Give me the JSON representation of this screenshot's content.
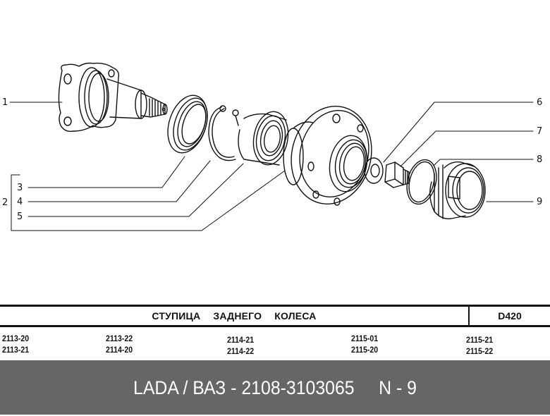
{
  "diagram": {
    "callouts": [
      {
        "id": "1",
        "label": "1"
      },
      {
        "id": "2",
        "label": "2"
      },
      {
        "id": "3",
        "label": "3"
      },
      {
        "id": "4",
        "label": "4"
      },
      {
        "id": "5",
        "label": "5"
      },
      {
        "id": "6",
        "label": "6"
      },
      {
        "id": "7",
        "label": "7"
      },
      {
        "id": "8",
        "label": "8"
      },
      {
        "id": "9",
        "label": "9"
      }
    ],
    "parts": [
      "axle-stub",
      "seal-ring",
      "retaining-ring",
      "wheel-bearing",
      "wheel-hub",
      "washer",
      "hub-nut",
      "o-ring",
      "hub-cap"
    ]
  },
  "title_block": {
    "title": "СТУПИЦА ЗАДНЕГО КОЛЕСА",
    "code": "D420"
  },
  "models": {
    "columns": [
      [
        "2113-20",
        "2113-21"
      ],
      [
        "2113-22",
        "2114-20"
      ],
      [
        "2114-21",
        "2114-22"
      ],
      [
        "2115-01",
        "2115-20"
      ],
      [
        "2115-21",
        "2115-22"
      ]
    ]
  },
  "footer": {
    "caption": "LADA / ВАЗ - 2108-3103065     N - 9",
    "background": "#666666",
    "text_color": "#ffffff"
  }
}
